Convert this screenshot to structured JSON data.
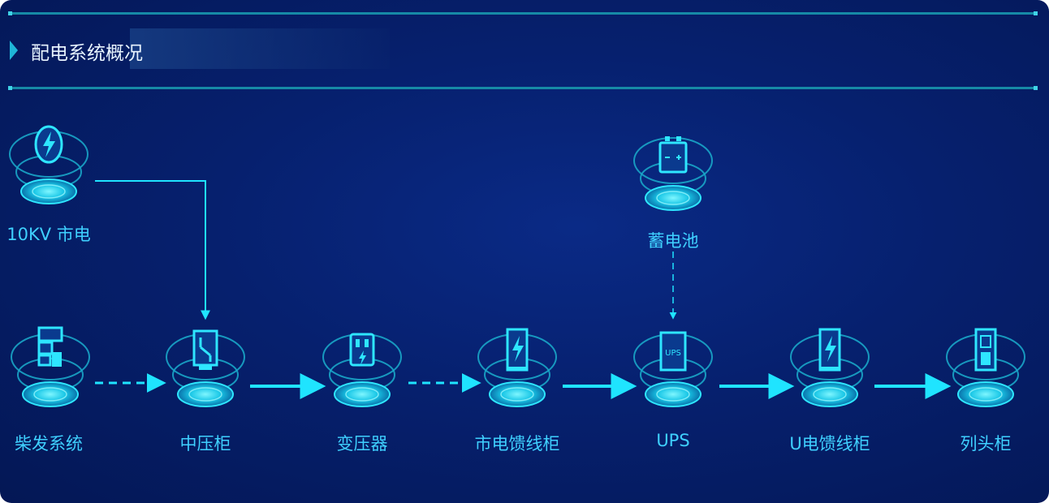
{
  "panel": {
    "title": "配电系统概况"
  },
  "nodes": {
    "mains": {
      "label": "10KV 市电",
      "icon": "lightning-icon"
    },
    "battery": {
      "label": "蓄电池",
      "icon": "battery-icon"
    },
    "diesel": {
      "label": "柴发系统",
      "icon": "generator-icon"
    },
    "mv_cabinet": {
      "label": "中压柜",
      "icon": "switch-cabinet-icon"
    },
    "transformer": {
      "label": "变压器",
      "icon": "transformer-icon"
    },
    "mains_feeder": {
      "label": "市电馈线柜",
      "icon": "lightning-cabinet-icon"
    },
    "ups": {
      "label": "UPS",
      "icon": "ups-icon",
      "badge": "UPS"
    },
    "ups_feeder": {
      "label": "U电馈线柜",
      "icon": "lightning-cabinet-icon"
    },
    "row_head": {
      "label": "列头柜",
      "icon": "rack-cabinet-icon"
    }
  },
  "colors": {
    "accent": "#1fe4ff",
    "label": "#3fd0ff",
    "title": "#e8f4ff",
    "background": "#06206e"
  }
}
